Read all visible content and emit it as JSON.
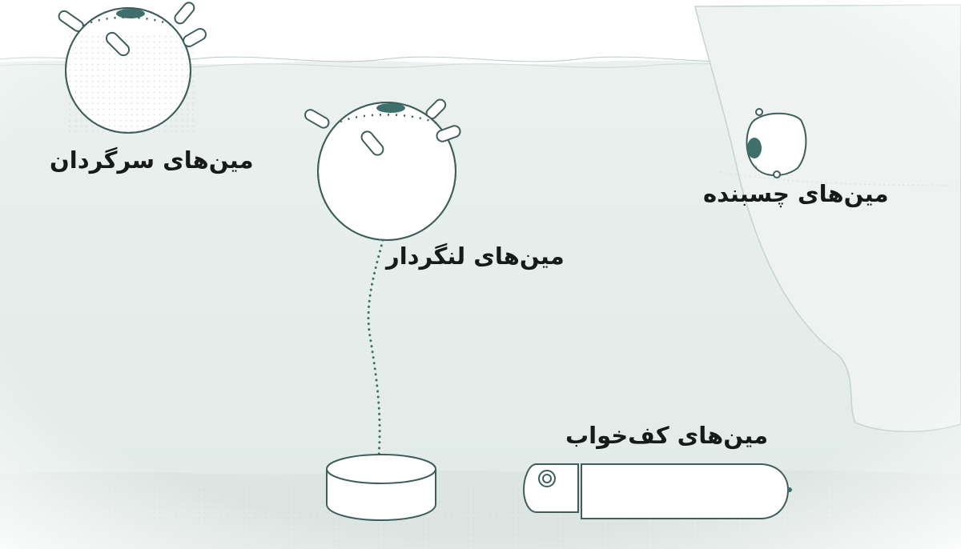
{
  "labels": {
    "drifting": "مین‌های سرگردان",
    "moored": "مین‌های لنگردار",
    "limpet": "مین‌های چسبنده",
    "bottom": "مین‌های کف‌خواب"
  },
  "colors": {
    "background": "#ffffff",
    "water": "#e8efed",
    "water_deep": "#dfe8e5",
    "seabed": "#d9e2df",
    "mine_fill": "#ffffff",
    "mine_stroke": "#3f5e5b",
    "accent": "#3f6f6a",
    "text": "#161a19"
  }
}
